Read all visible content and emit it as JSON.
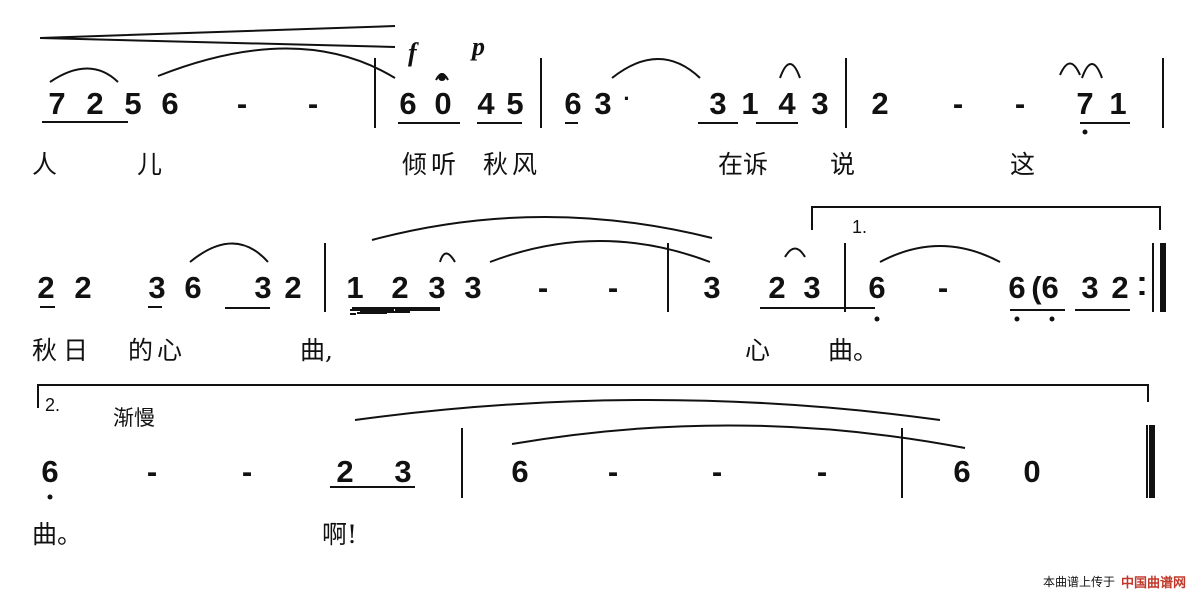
{
  "dynamics": {
    "forte": "f",
    "piano": "p"
  },
  "row1": {
    "notes": [
      "7",
      "2",
      "5",
      "6",
      "-",
      "-",
      "6",
      "0",
      "4",
      "5",
      "6",
      "3",
      "·",
      "3",
      "1",
      "4",
      "3",
      "2",
      "-",
      "-",
      "7",
      "1"
    ],
    "lyrics": [
      "人",
      "儿",
      "倾听",
      "秋风",
      "在诉",
      "说",
      "这"
    ]
  },
  "row2": {
    "notes": [
      "2",
      "2",
      "3",
      "6",
      "3",
      "2",
      "1",
      "2",
      "3",
      "3",
      "-",
      "-",
      "3",
      "2",
      "3",
      "6",
      "-",
      "6",
      "(6",
      "3",
      "2",
      ":"
    ],
    "lyrics": [
      "秋日",
      "的心",
      "曲,",
      "心",
      "曲。"
    ],
    "volta": "1."
  },
  "row3": {
    "volta": "2.",
    "tempo": "渐慢",
    "notes": [
      "6",
      "-",
      "-",
      "2",
      "3",
      "6",
      "-",
      "-",
      "-",
      "6",
      "0"
    ],
    "lyrics": [
      "曲。",
      "啊!"
    ]
  },
  "footer": {
    "text": "本曲谱上传于",
    "logo": "中国曲谱网"
  }
}
